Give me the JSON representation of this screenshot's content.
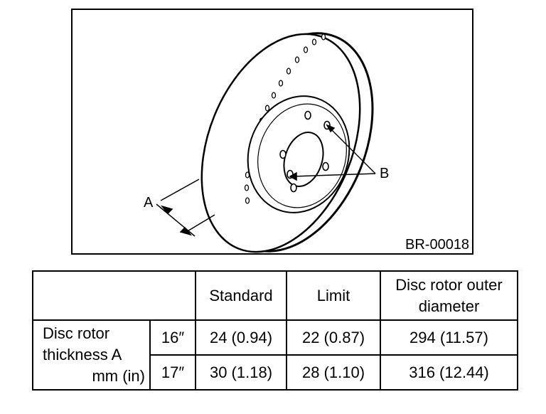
{
  "figure": {
    "label_a": "A",
    "label_b": "B",
    "figure_code": "BR-00018"
  },
  "table": {
    "headers": {
      "blank": "",
      "standard": "Standard",
      "limit": "Limit",
      "diameter_line1": "Disc rotor outer",
      "diameter_line2": "diameter"
    },
    "row_label": {
      "line1": "Disc rotor",
      "line2": "thickness A",
      "line3": "mm (in)"
    },
    "rows": [
      {
        "size": "16″",
        "standard": "24 (0.94)",
        "limit": "22 (0.87)",
        "diameter": "294 (11.57)"
      },
      {
        "size": "17″",
        "standard": "30 (1.18)",
        "limit": "28 (1.10)",
        "diameter": "316 (12.44)"
      }
    ]
  }
}
